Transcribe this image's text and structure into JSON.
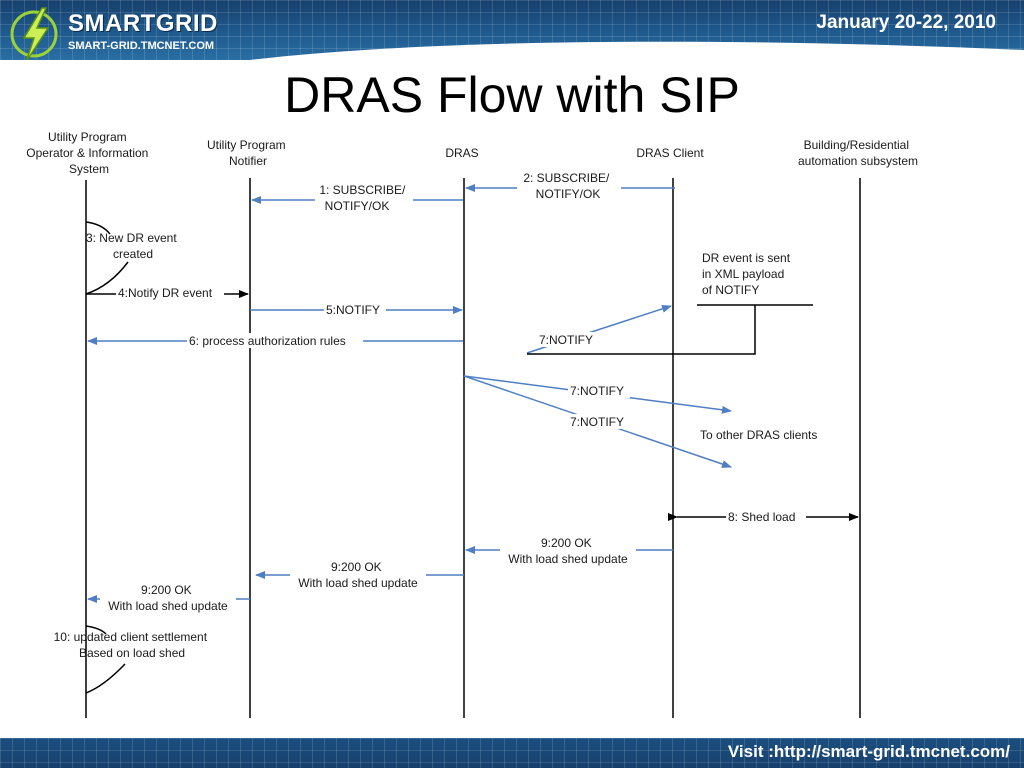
{
  "header": {
    "logo_name": "SMARTGRID",
    "logo_url": "SMART-GRID.TMCNET.COM",
    "date": "January 20-22, 2010"
  },
  "title": "DRAS Flow with SIP",
  "lanes": {
    "operator": [
      "Utility Program",
      "Operator & Information",
      "System"
    ],
    "notifier": [
      "Utility Program",
      "Notifier"
    ],
    "dras": [
      "DRAS"
    ],
    "client": [
      "DRAS Client"
    ],
    "building": [
      "Building/Residential",
      "automation subsystem"
    ]
  },
  "messages": {
    "m1": [
      "1: SUBSCRIBE/",
      "NOTIFY/OK"
    ],
    "m2": [
      "2: SUBSCRIBE/",
      "NOTIFY/OK"
    ],
    "m3": [
      "3: New DR event",
      "created"
    ],
    "m4": "4:Notify  DR event",
    "m5": "5:NOTIFY",
    "m6": "6: process authorization rules",
    "m7a": "7:NOTIFY",
    "m7b": "7:NOTIFY",
    "m7c": "7:NOTIFY",
    "others": "To other DRAS clients",
    "note": [
      "DR event is sent",
      "in XML payload",
      "of NOTIFY"
    ],
    "m8": "8: Shed load",
    "m9a": [
      "9:200 OK",
      "With load shed update"
    ],
    "m9b": [
      "9:200 OK",
      "With load shed update"
    ],
    "m9c": [
      "9:200 OK",
      "With load shed update"
    ],
    "m10": [
      "10: updated client settlement",
      "Based on load shed"
    ]
  },
  "footer": {
    "url": "Visit :http://smart-grid.tmcnet.com/"
  }
}
